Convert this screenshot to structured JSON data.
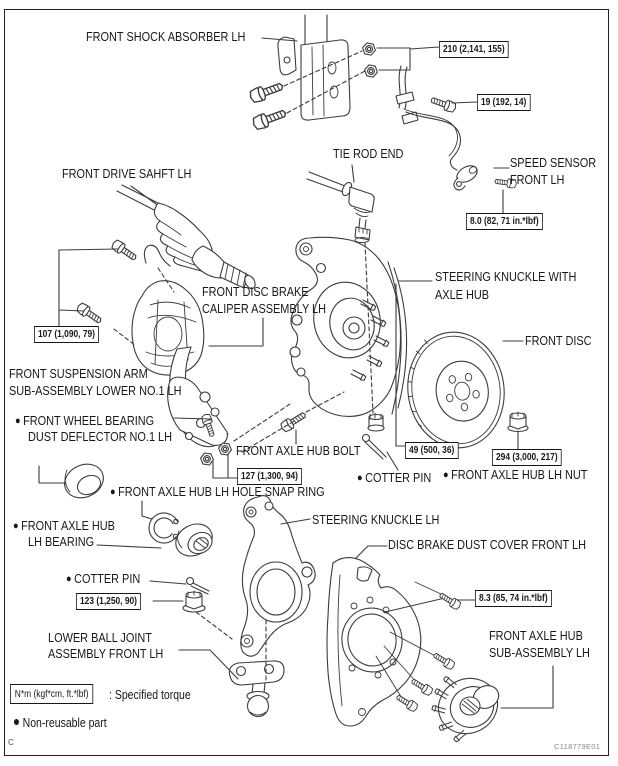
{
  "figure": {
    "drawing_code": "C118779E01",
    "corner_mark": "C"
  },
  "legend": {
    "bullet": "●",
    "torque_symbol": "N*m (kgf*cm, ft.*lbf)",
    "torque_meaning": ": Specified torque",
    "non_reusable": "Non-reusable part"
  },
  "labels": {
    "shock_absorber": "FRONT SHOCK ABSORBER LH",
    "tie_rod_end": "TIE ROD END",
    "speed_sensor_1": "SPEED SENSOR",
    "speed_sensor_2": "FRONT LH",
    "drive_shaft": "FRONT DRIVE SAHFT LH",
    "caliper_1": "FRONT DISC BRAKE",
    "caliper_2": "CALIPER ASSEMBLY LH",
    "knuckle_with_hub_1": "STEERING KNUCKLE WITH",
    "knuckle_with_hub_2": "AXLE HUB",
    "front_disc": "FRONT DISC",
    "suspension_arm_1": "FRONT SUSPENSION ARM",
    "suspension_arm_2": "SUB-ASSEMBLY LOWER NO.1 LH",
    "dust_deflector_1": "FRONT WHEEL BEARING",
    "dust_deflector_2": "DUST DEFLECTOR NO.1 LH",
    "hub_bolt": "FRONT AXLE HUB BOLT",
    "cotter_pin_upper": "COTTER PIN",
    "hub_nut": "FRONT AXLE HUB LH NUT",
    "snap_ring": "FRONT AXLE HUB LH HOLE SNAP RING",
    "hub_bearing_1": "FRONT AXLE HUB",
    "hub_bearing_2": "LH BEARING",
    "steering_knuckle": "STEERING KNUCKLE LH",
    "dust_cover": "DISC BRAKE DUST COVER FRONT LH",
    "cotter_pin_lower": "COTTER PIN",
    "ball_joint_1": "LOWER BALL JOINT",
    "ball_joint_2": "ASSEMBLY FRONT LH",
    "axle_hub_1": "FRONT AXLE HUB",
    "axle_hub_2": "SUB-ASSEMBLY LH"
  },
  "torques": {
    "shock_absorber_nuts": "210 (2,141, 155)",
    "sensor_harness_bolt": "19 (192, 14)",
    "speed_sensor_bolt": "8.0 (82, 71 in.*lbf)",
    "caliper_bolts": "107 (1,090, 79)",
    "arm_nuts": "127 (1,300, 94)",
    "tie_rod_end_nut": "49 (500, 36)",
    "axle_hub_nut": "294 (3,000, 217)",
    "ball_joint_nut": "123 (1,250, 90)",
    "dust_cover_screws": "8.3 (85, 74 in.*lbf)"
  },
  "colors": {
    "line": "#3b3b42",
    "text": "#17171f",
    "background": "#ffffff",
    "frame": "#20202a",
    "code_text": "#8a8a90"
  }
}
